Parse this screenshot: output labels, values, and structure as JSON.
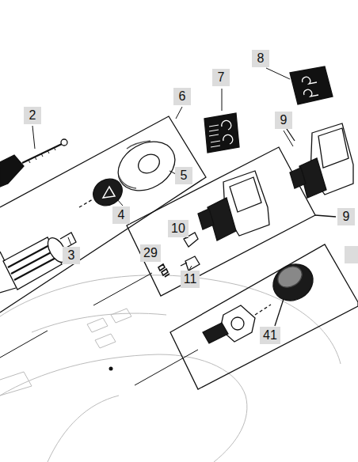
{
  "diagram": {
    "labels": [
      "8",
      "7",
      "6",
      "2",
      "9",
      "5",
      "4",
      "9",
      "10",
      "29",
      "3",
      "11",
      "41"
    ]
  }
}
